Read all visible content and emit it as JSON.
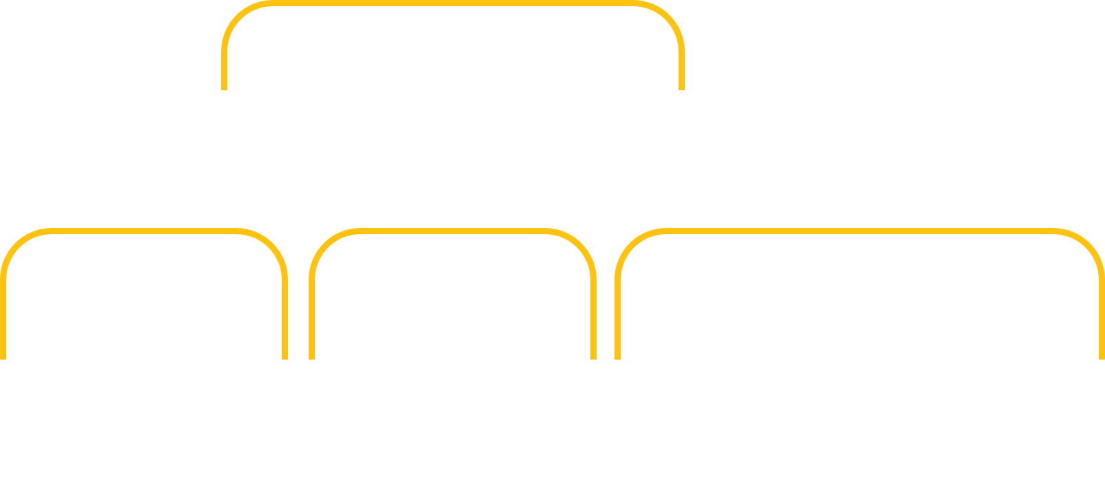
{
  "diagram": {
    "stroke_color": "#FFC20E",
    "background_color": "#FFFFFF",
    "brackets": [
      {
        "id": "top"
      },
      {
        "id": "left"
      },
      {
        "id": "middle"
      },
      {
        "id": "right"
      }
    ]
  }
}
